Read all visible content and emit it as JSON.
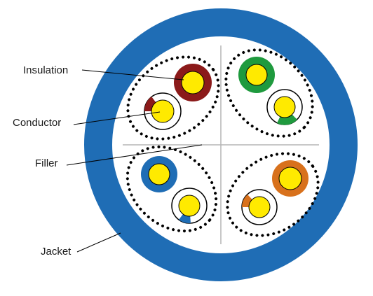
{
  "labels": {
    "insulation": "Insulation",
    "conductor": "Conductor",
    "filler": "Filler",
    "jacket": "Jacket"
  },
  "colors": {
    "jacket": "#1f6db5",
    "conductor": "#ffea00",
    "filler_line": "#b5b5b5",
    "pair_brown": "#8b1a1a",
    "pair_green": "#1f9a3e",
    "pair_blue": "#1f6db5",
    "pair_orange": "#d8711c"
  }
}
